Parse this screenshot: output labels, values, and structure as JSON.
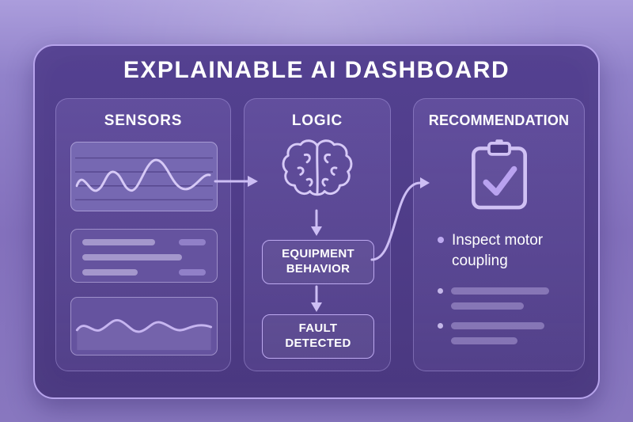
{
  "title": "EXPLAINABLE AI DASHBOARD",
  "panels": {
    "sensors": {
      "header": "SENSORS"
    },
    "logic": {
      "header": "LOGIC",
      "flow_boxes": [
        {
          "label": "EQUIPMENT BEHAVIOR"
        },
        {
          "label": "FAULT DETECTED"
        }
      ]
    },
    "recommendation": {
      "header": "RECOMMENDATION",
      "items": [
        {
          "text": "Inspect motor coupling"
        }
      ]
    }
  },
  "icons": {
    "logic_icon": "brain-icon",
    "recommendation_icon": "clipboard-check-icon",
    "connectors": [
      "arrow-right-icon",
      "arrow-down-icon",
      "arrow-down-icon",
      "curved-arrow-right-icon"
    ]
  },
  "colors": {
    "background_top": "#ab9ddc",
    "background_bottom": "#8877bf",
    "frame_fill": "#4c3a84",
    "frame_border": "#b7a4ec",
    "panel_border": "#c7b6f5",
    "card_fill": "#7668b2",
    "accent_line": "#cdbef4",
    "text": "#ffffff"
  }
}
